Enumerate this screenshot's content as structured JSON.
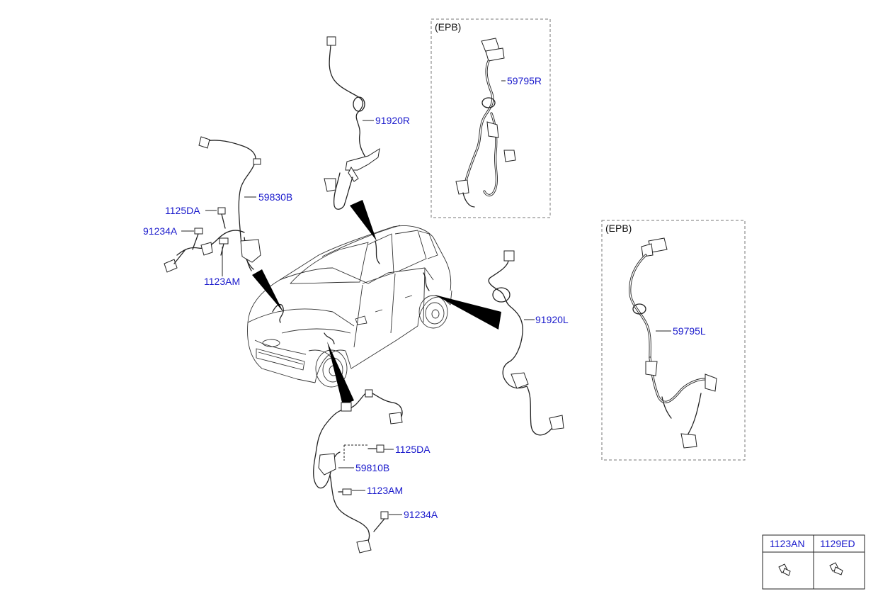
{
  "diagram": {
    "epb_boxes": [
      {
        "label": "(EPB)",
        "part": "59795R"
      },
      {
        "label": "(EPB)",
        "part": "59795L"
      }
    ],
    "callouts": {
      "front_right_sensor": "59830B",
      "front_right_bolt_a": "1125DA",
      "front_right_bolt_b": "91234A",
      "front_right_bolt_c": "1123AM",
      "rear_right_sensor": "91920R",
      "rear_left_sensor": "91920L",
      "epb_right": "59795R",
      "epb_left": "59795L",
      "front_left_bolt_a": "1125DA",
      "front_left_sensor": "59810B",
      "front_left_bolt_c": "1123AM",
      "front_left_bolt_b": "91234A"
    },
    "parts_table": {
      "headers": [
        "1123AN",
        "1129ED"
      ]
    }
  }
}
